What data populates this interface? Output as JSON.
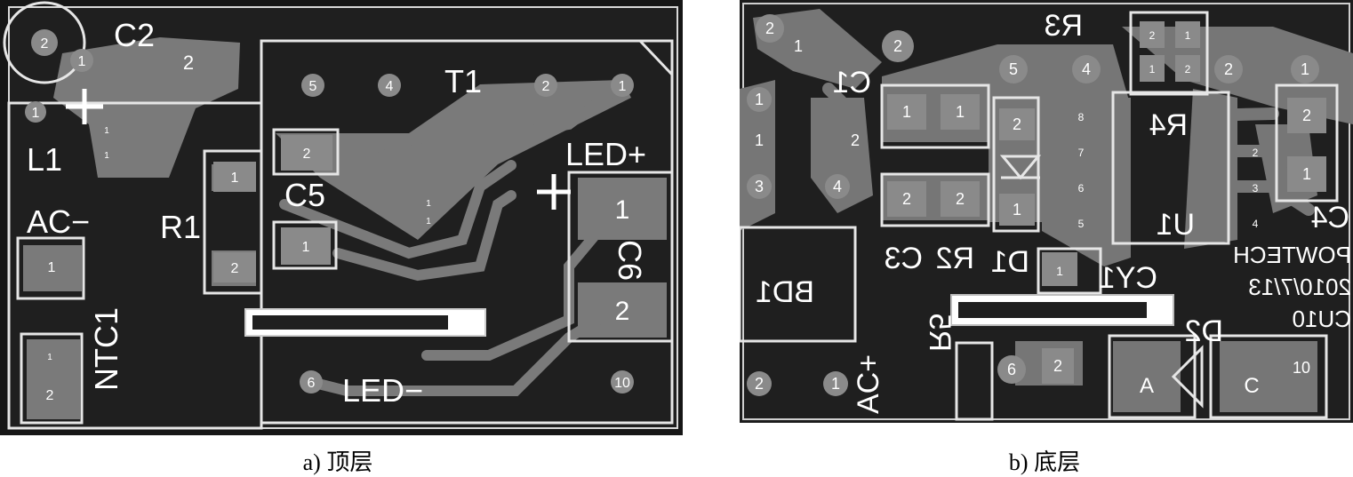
{
  "captions": {
    "top": "a) 顶层",
    "bottom": "b) 底层"
  },
  "top_layer": {
    "labels": {
      "c2": "C2",
      "l1": "L1",
      "ac_minus": "AC−",
      "r1": "R1",
      "c5": "C5",
      "t1": "T1",
      "led_plus": "LED+",
      "led_minus": "LED−",
      "c6": "C6",
      "ntc1": "NTC1",
      "plus": "+"
    },
    "pads": {
      "c2_p2": "2",
      "c2_p1": "1",
      "big2": "2",
      "l1_p1": "1",
      "t1_p5": "5",
      "t1_p4": "4",
      "t1_p2": "2",
      "t1_p1": "1",
      "t1_p6": "6",
      "t1_p10": "10",
      "r1_p1": "1",
      "r1_p2": "2",
      "c5_p2": "2",
      "c5_p1": "1",
      "c6_p1": "1",
      "c6_p2": "2",
      "ac_pad": "1",
      "ntc_p2": "2",
      "ntc_p1": "1",
      "l1_s1": "1",
      "l1_s2": "1",
      "t1_s1": "1",
      "t1_s2": "1"
    }
  },
  "bottom_layer": {
    "labels": {
      "r3": "R3",
      "c1": "C1",
      "r4": "R4",
      "u1": "U1",
      "c4": "C4",
      "c3": "C3",
      "r2": "R2",
      "d1": "D1",
      "cy1": "CY1",
      "bd1": "BD1",
      "d2": "D2",
      "ac_plus": "AC+",
      "r5": "R5",
      "brand": "POWTECH",
      "date": "2010/7/13",
      "code": "CU10"
    },
    "pads": {
      "p2_tl": "2",
      "p1_tl": "1",
      "p2_mid": "2",
      "p5": "5",
      "p4": "4",
      "p2_r": "2",
      "p1_r": "1",
      "l1": "1",
      "l2": "2",
      "l3": "3",
      "l4": "4",
      "l1b": "1",
      "c1_a": "1",
      "c1_b": "1",
      "c3_a": "2",
      "c3_b": "2",
      "d1_a": "2",
      "d1_b": "1",
      "cy1": "1",
      "u1_8": "8",
      "u1_7": "7",
      "u1_6": "6",
      "u1_5": "5",
      "c4_2": "2",
      "c4_1": "1",
      "k2": "2",
      "k3": "3",
      "k4": "4",
      "bd1_2": "2",
      "bd1_1": "1",
      "p6": "6",
      "r5_2": "2",
      "a": "A",
      "c": "C",
      "p10": "10",
      "r3_a": "2",
      "r3_b": "1",
      "r3_c": "1",
      "r3_d": "2"
    }
  }
}
